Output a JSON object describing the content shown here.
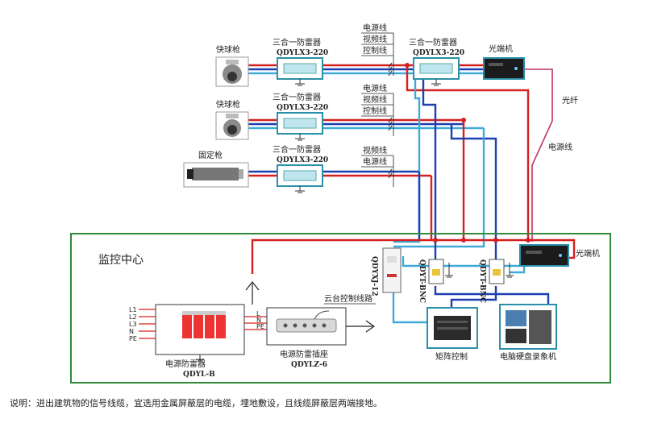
{
  "colors": {
    "power": "#d42020",
    "video": "#1e3fb0",
    "control": "#3fa9d8",
    "fiber": "#c0325a",
    "frame": "#2f8a3a",
    "device": "#2a8fa8"
  },
  "cameras": {
    "speed_dome_1": "快球枪",
    "speed_dome_2": "快球枪",
    "fixed": "固定枪"
  },
  "surge_protector": {
    "name": "三合一防雷器",
    "model": "QDYLX3-220"
  },
  "line_labels": {
    "power": "电源线",
    "video": "视频线",
    "control": "控制线"
  },
  "optical": {
    "transceiver": "光端机",
    "fiber": "光纤",
    "power_line": "电源线"
  },
  "center": {
    "title": "监控中心",
    "signal_protector": "QDYXJ-12",
    "bnc_1": "QDYT-BNC",
    "bnc_2": "QDYT-BNC",
    "transceiver": "光端机",
    "ptz_line": "云台控制线路",
    "matrix": "矩阵控制",
    "dvr": "电脑硬盘录象机",
    "power_spd_name": "电源防雷器",
    "power_spd_model": "QDYL-B",
    "socket_name": "电源防雷插座",
    "socket_model": "QDYLZ-6",
    "input_terms": [
      "L1",
      "L2",
      "L3",
      "N",
      "PE"
    ],
    "output_terms": [
      "L",
      "N",
      "PE"
    ]
  },
  "note": "说明：进出建筑物的信号线缆，宜选用金属屏蔽层的电缆，埋地敷设，且线缆屏蔽层两端接地。"
}
